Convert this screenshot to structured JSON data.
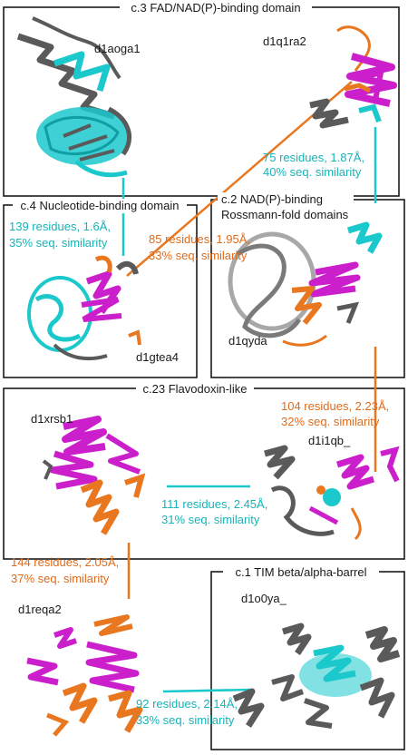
{
  "colors": {
    "cyan": "#1bc8cc",
    "orange": "#e8771f",
    "magenta": "#cc1fcc",
    "grey": "#5a5a5a",
    "light_grey": "#a8a8a8",
    "cyan_text": "#17b3b7",
    "orange_text": "#e06b1a"
  },
  "panels": {
    "c3": {
      "title": "c.3 FAD/NAD(P)-binding domain"
    },
    "c4": {
      "title": "c.4 Nucleotide-binding domain"
    },
    "c2": {
      "title_line1": "c.2 NAD(P)-binding",
      "title_line2": "Rossmann-fold domains"
    },
    "c23": {
      "title": "c.23 Flavodoxin-like"
    },
    "c1": {
      "title": "c.1 TIM beta/alpha-barrel"
    }
  },
  "structures": {
    "d1aoga1": "d1aoga1",
    "d1q1ra2": "d1q1ra2",
    "d1gtea4": "d1gtea4",
    "d1qyda": "d1qyda",
    "d1xrsb1": "d1xrsb1",
    "d1i1qb": "d1i1qb_",
    "d1reqa2": "d1reqa2",
    "d1o0ya": "d1o0ya_"
  },
  "alignments": {
    "a1": {
      "line1": "75 residues, 1.87Å,",
      "line2": "40% seq. similarity",
      "color": "cyan"
    },
    "a2": {
      "line1": "139 residues, 1.6Å,",
      "line2": "35% seq. similarity",
      "color": "cyan"
    },
    "a3": {
      "line1": "85 residues, 1.95Å,",
      "line2": "33% seq. similarity",
      "color": "orange"
    },
    "a4": {
      "line1": "104 residues, 2.23Å,",
      "line2": "32% seq. similarity",
      "color": "orange"
    },
    "a5": {
      "line1": "111 residues, 2.45Å,",
      "line2": "31% seq. similarity",
      "color": "cyan"
    },
    "a6": {
      "line1": "144 residues, 2.05Å,",
      "line2": "37% seq. similarity",
      "color": "orange"
    },
    "a7": {
      "line1": "92 residues, 2.14Å,",
      "line2": "33% seq. similarity",
      "color": "cyan"
    }
  }
}
